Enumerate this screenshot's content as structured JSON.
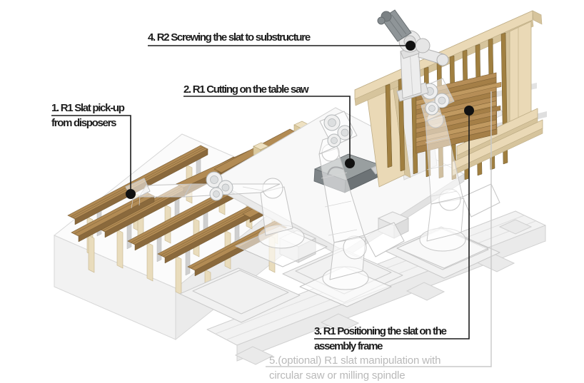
{
  "annotations": {
    "step1": {
      "line1": "1. R1 Slat pick-up",
      "line2": "from disposers"
    },
    "step2": {
      "line1": "2. R1 Cutting on the table saw"
    },
    "step3": {
      "line1": "3. R1 Positioning the slat on the",
      "line2": "assembly frame"
    },
    "step4": {
      "line1": "4. R2 Screwing the slat to substructure"
    },
    "step5": {
      "line1": "5.(optional) R1 slat manipulation with",
      "line2": "circular saw or milling spindle"
    }
  },
  "palette": {
    "ink": "#1c1c1c",
    "muted_label": "#b9b9b9",
    "slat_wood": "#b28b54",
    "frame_wood": "#ead9b6",
    "robot_ghost": "#c2c2c2",
    "saw_box": "#999fa0"
  }
}
